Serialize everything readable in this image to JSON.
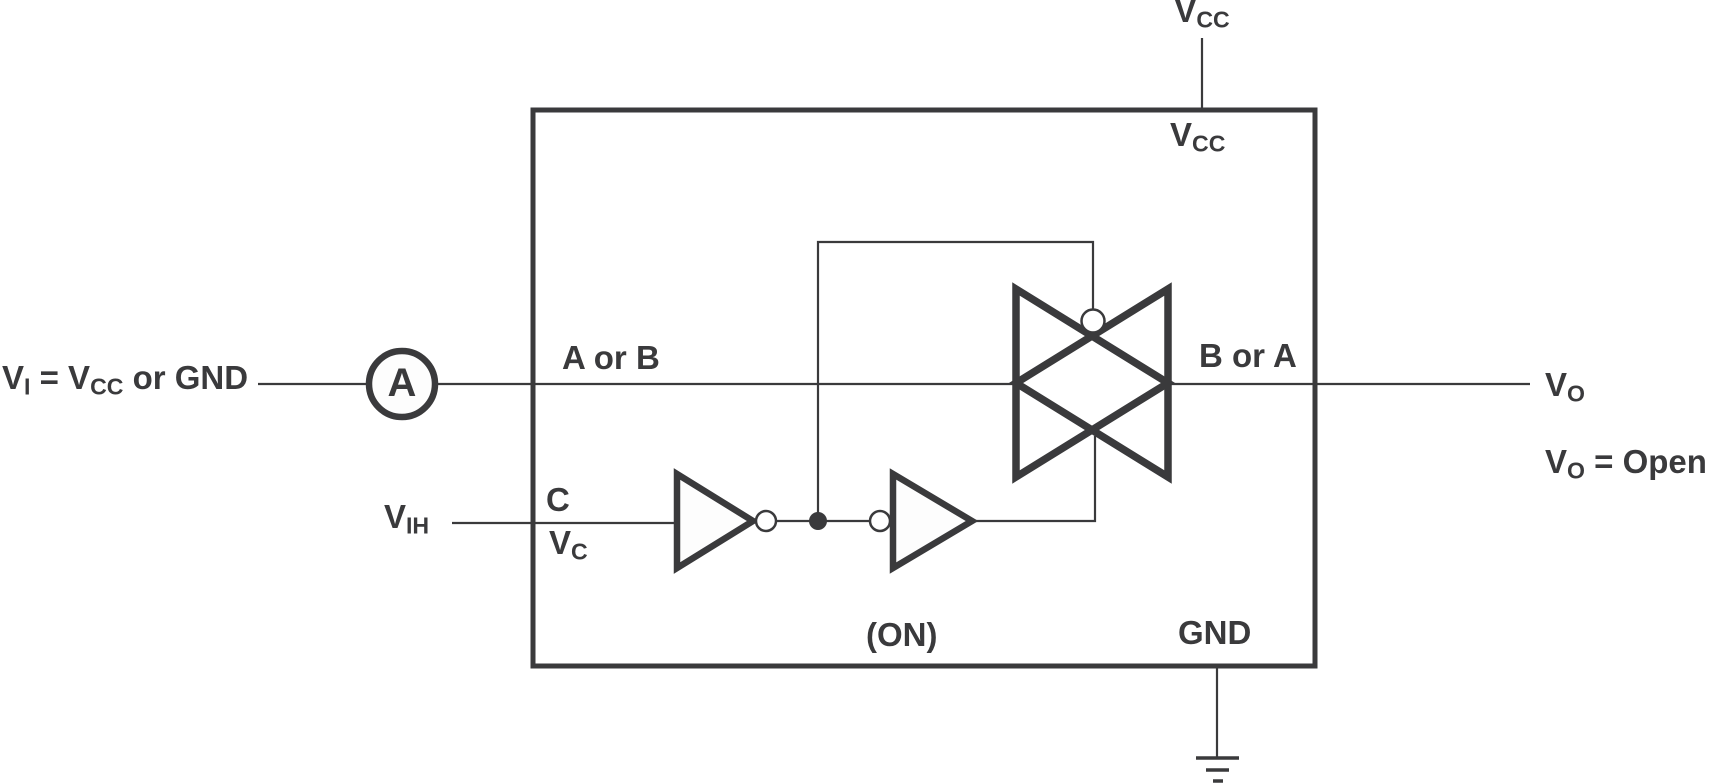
{
  "figure": "analog-switch-test-circuit",
  "colors": {
    "ink": "#3a3a3c",
    "background": "#ffffff",
    "symbol_fill": "#fdfdfd"
  },
  "labels": {
    "vcc_top": {
      "v": "V",
      "sub": "CC"
    },
    "vcc_pin": {
      "v": "V",
      "sub": "CC"
    },
    "input_source": {
      "t1": "V",
      "s1": "I",
      "t2": " = V",
      "s2": "CC",
      "t3": " or GND"
    },
    "ammeter": "A",
    "pin_a_or_b": "A or B",
    "pin_b_or_a": "B or A",
    "vo": {
      "v": "V",
      "sub": "O"
    },
    "vo_state": {
      "t1": "V",
      "s1": "O",
      "t2": " = Open"
    },
    "vih": {
      "v": "V",
      "sub": "IH"
    },
    "pin_c": "C",
    "vc": {
      "v": "V",
      "sub": "C"
    },
    "switch_state": "(ON)",
    "pin_gnd": "GND"
  }
}
